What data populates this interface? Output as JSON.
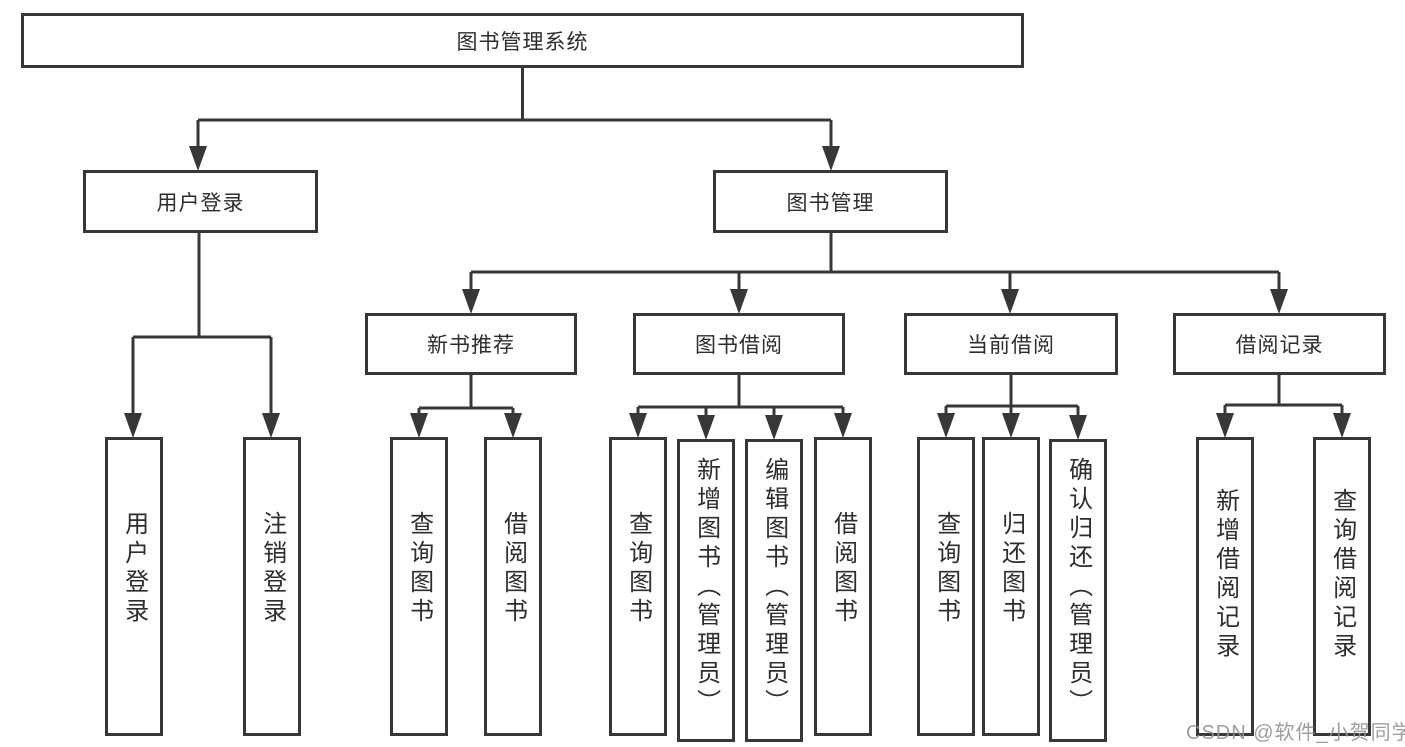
{
  "root": {
    "label": "图书管理系统"
  },
  "level2": {
    "user_login": "用户登录",
    "book_management": "图书管理"
  },
  "level3": {
    "new_book_recommend": "新书推荐",
    "book_borrow": "图书借阅",
    "current_borrow": "当前借阅",
    "borrow_records": "借阅记录"
  },
  "leaves": {
    "user_login": "用户登录",
    "logout": "注销登录",
    "recommend_query": "查询图书",
    "recommend_borrow": "借阅图书",
    "borrow_query": "查询图书",
    "borrow_add_admin": "新增图书（管理员）",
    "borrow_edit_admin": "编辑图书（管理员）",
    "borrow_borrow": "借阅图书",
    "current_query": "查询图书",
    "current_return": "归还图书",
    "current_confirm_admin": "确认归还（管理员）",
    "records_add": "新增借阅记录",
    "records_query": "查询借阅记录"
  },
  "watermark": "CSDN @软件_小贺同学",
  "colors": {
    "line": "#373737",
    "text": "#2d2d2d",
    "background": "#ffffff",
    "watermark": "#949494"
  }
}
